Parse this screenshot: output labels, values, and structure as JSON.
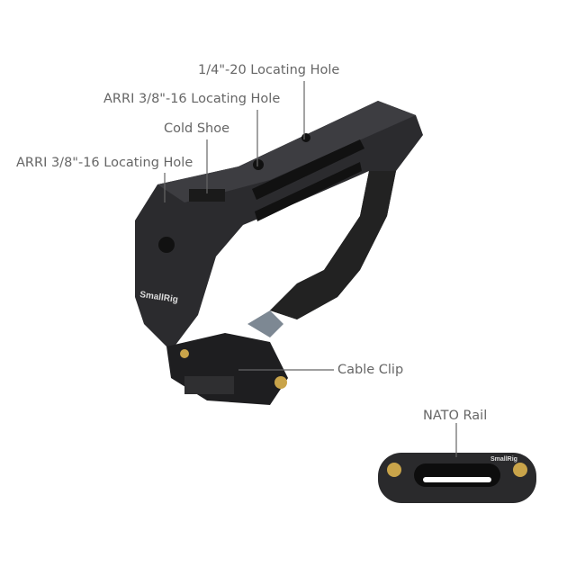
{
  "labels": {
    "quarter_hole": "1/4\"-20 Locating Hole",
    "arri_hole_top": "ARRI 3/8\"-16 Locating Hole",
    "cold_shoe": "Cold Shoe",
    "arri_hole_left": "ARRI 3/8\"-16 Locating Hole",
    "cable_clip": "Cable Clip",
    "nato_rail": "NATO Rail"
  },
  "brand": "SmallRig",
  "colors": {
    "label": "#666666",
    "metal": "#2a2a2c",
    "brass": "#c9a44a"
  }
}
